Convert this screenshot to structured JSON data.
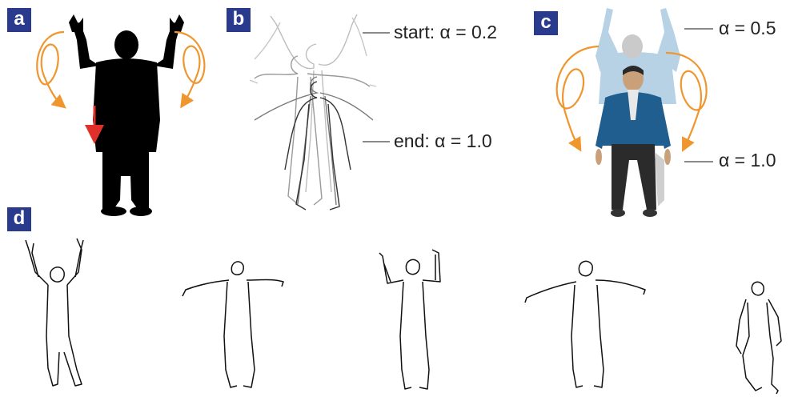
{
  "panels": {
    "a": {
      "label": "a"
    },
    "b": {
      "label": "b",
      "start_text": "start: α = 0.2",
      "end_text": "end: α = 1.0"
    },
    "c": {
      "label": "c",
      "top_text": "α = 0.5",
      "bottom_text": "α = 1.0"
    },
    "d": {
      "label": "d"
    }
  },
  "colors": {
    "label_bg": "#2a3a8c",
    "arrow_orange": "#f0962e",
    "arrow_red": "#e0302a",
    "silhouette": "#000000",
    "jacket": "#1f5e8e",
    "ghost_shirt": "#9fc3dd",
    "pants": "#2b2b2b"
  }
}
